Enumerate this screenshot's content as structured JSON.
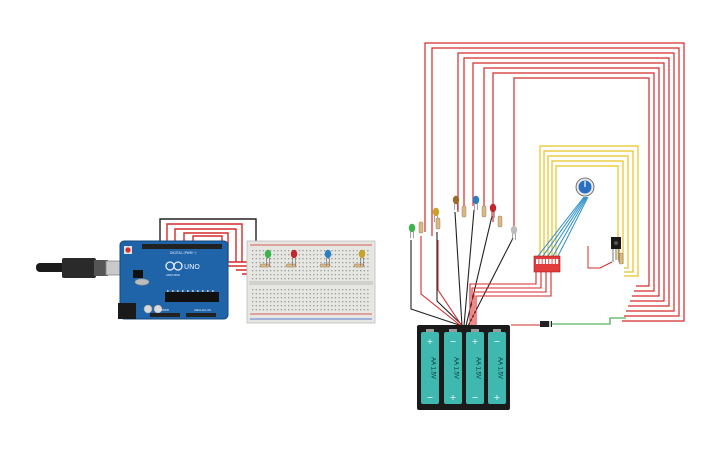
{
  "board": {
    "logo_text": "UNO",
    "brand_text": "ARDUINO",
    "header_digital": "DIGITAL (PWM~)",
    "header_power": "POWER",
    "header_analog": "ANALOG IN"
  },
  "battery": {
    "cells": [
      {
        "label": "AA 1.5V",
        "top": "+",
        "bottom": "−"
      },
      {
        "label": "AA 1.5V",
        "top": "−",
        "bottom": "+"
      },
      {
        "label": "AA 1.5V",
        "top": "+",
        "bottom": "−"
      },
      {
        "label": "AA 1.5V",
        "top": "−",
        "bottom": "+"
      }
    ]
  },
  "colors": {
    "wire_red": "#d42a2a",
    "wire_yellow": "#e8c21e",
    "wire_black": "#222222",
    "wire_blue": "#2a8fc9",
    "wire_green": "#2aa035",
    "pcb": "#1f63a8",
    "breadboard": "#e6e6e3",
    "battery_cell": "#3fb8b0",
    "dip_switch": "#e23b3b"
  },
  "leds_left": [
    "#3bb54a",
    "#c0262c",
    "#2a7fc4",
    "#c8a32a"
  ],
  "leds_right": [
    "#3bb54a",
    "#c8a32a",
    "#9a6b2a",
    "#2a7fc4",
    "#c0262c",
    "#bdbdbd"
  ]
}
